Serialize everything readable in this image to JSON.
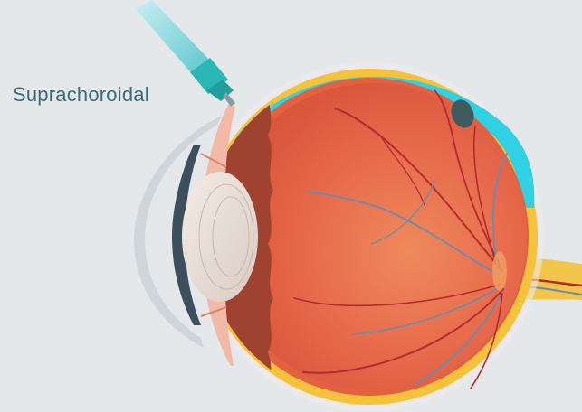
{
  "label": "Suprachoroidal",
  "colors": {
    "background": "#e4e8ea",
    "label": "#3d6b7a",
    "sclera": "#f5c33b",
    "suprachoroidal_layer": "#2fd1e3",
    "retina": "#e2613f",
    "vitreous": "#e56a48",
    "iris": "#a14a36",
    "lens": "#ece2dc",
    "cornea": "#cfd5d8",
    "optic_nerve": "#f2c64a",
    "artery": "#b52a2e",
    "vein": "#6a8bb0",
    "needle": "#6fd3d8",
    "needle_hub": "#2bb7b3"
  },
  "icons": [
    "eye-cross-section",
    "injection-needle"
  ]
}
